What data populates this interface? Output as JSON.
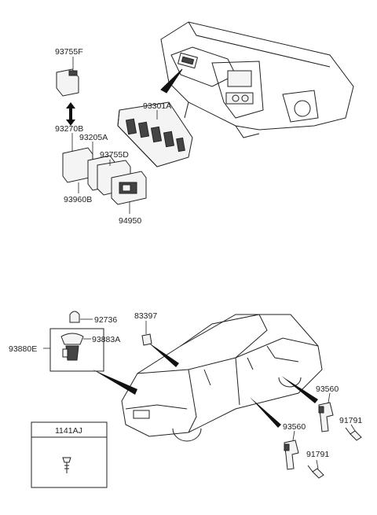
{
  "parts": {
    "p93755F_top": "93755F",
    "p93270B": "93270B",
    "p93205A": "93205A",
    "p93755D": "93755D",
    "p93301A": "93301A",
    "p93960B": "93960B",
    "p94950": "94950",
    "p92736": "92736",
    "p93880E": "93880E",
    "p93883A": "93883A",
    "p83397": "83397",
    "p93560_a": "93560",
    "p91791_a": "91791",
    "p93560_b": "93560",
    "p91791_b": "91791",
    "p1141AJ": "1141AJ"
  }
}
